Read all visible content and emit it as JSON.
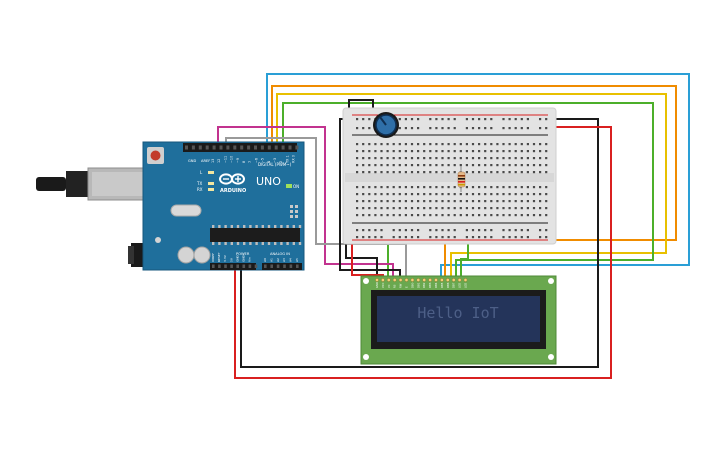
{
  "arduino": {
    "logo": "ARDUINO",
    "model": "UNO",
    "digital_label": "DIGITAL (PWM~)",
    "power_label": "POWER",
    "analog_label": "ANALOG IN",
    "aref": "AREF",
    "gnd": "GND",
    "tx": "TX",
    "rx": "RX",
    "led_l": "L",
    "led_on": "ON",
    "digital_pins": [
      "13",
      "12",
      "~11",
      "~10",
      "~9",
      "8",
      "7",
      "~6",
      "~5",
      "4",
      "~3",
      "2",
      "TX 1",
      "RX 0"
    ],
    "power_pins": [
      "IOREF",
      "RESET",
      "3.3V",
      "5V",
      "GND",
      "GND",
      "Vin"
    ],
    "analog_pins": [
      "A0",
      "A1",
      "A2",
      "A3",
      "A4",
      "A5"
    ]
  },
  "lcd": {
    "text": "Hello IoT",
    "pin_labels": [
      "GND",
      "VCC",
      "V0",
      "RS",
      "RW",
      "E",
      "DB0",
      "DB1",
      "DB2",
      "DB3",
      "DB4",
      "DB5",
      "DB6",
      "DB7",
      "LED",
      "LED"
    ]
  },
  "colors": {
    "board": "#1f6f9c",
    "breadboard": "#e3e3e3",
    "lcd_pcb": "#6aa84f",
    "lcd_screen": "#24345a",
    "lcd_text": "#4d5f87",
    "wire_red": "#d92020",
    "wire_black": "#1a1a1a",
    "wire_green": "#4caf2a",
    "wire_orange": "#f08c00",
    "wire_yellow": "#e8c000",
    "wire_blue": "#2a9fd6",
    "wire_magenta": "#c2338f",
    "wire_gray": "#9a9a9a"
  },
  "icons": [
    "usb-connector",
    "power-jack",
    "reset-button",
    "arduino-logo",
    "potentiometer-knob",
    "resistor"
  ]
}
